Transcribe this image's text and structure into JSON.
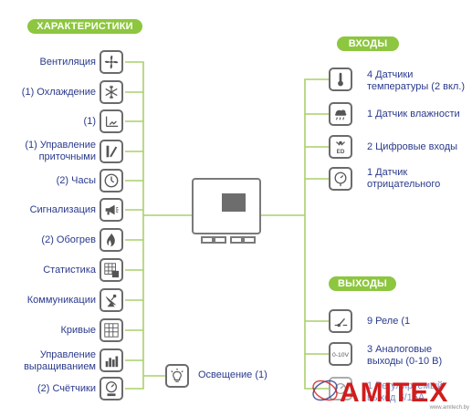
{
  "headers": {
    "characteristics": "ХАРАКТЕРИСТИКИ",
    "inputs": "ВХОДЫ",
    "outputs": "ВЫХОДЫ"
  },
  "characteristics": [
    {
      "label": "Вентиляция",
      "icon": "fan-icon"
    },
    {
      "label": "(1) Охлаждение",
      "icon": "snowflake-icon"
    },
    {
      "label": "(1)",
      "icon": "cooling-pad-icon"
    },
    {
      "label": "(1) Управление\nприточными",
      "icon": "inlet-icon"
    },
    {
      "label": "(2) Часы",
      "icon": "clock-icon"
    },
    {
      "label": "Сигнализация",
      "icon": "alarm-horn-icon"
    },
    {
      "label": "(2) Обогрев",
      "icon": "flame-icon"
    },
    {
      "label": "Статистика",
      "icon": "statistics-icon"
    },
    {
      "label": "Коммуникации",
      "icon": "satellite-icon"
    },
    {
      "label": "Кривые",
      "icon": "curves-grid-icon"
    },
    {
      "label": "Управление\nвыращиванием",
      "icon": "growth-chart-icon"
    },
    {
      "label": "(2) Счётчики",
      "icon": "counter-icon"
    }
  ],
  "lighting": {
    "label": "Освещение (1)",
    "icon": "light-bulb-icon"
  },
  "inputs": [
    {
      "label": "4 Датчики\nтемпературы (2 вкл.)",
      "icon": "thermometer-icon"
    },
    {
      "label": "1 Датчик влажности",
      "icon": "humidity-icon"
    },
    {
      "label": "2 Цифровые входы",
      "icon": "digital-input-icon"
    },
    {
      "label": "1 Датчик\nотрицательного",
      "icon": "pressure-gauge-icon"
    }
  ],
  "outputs": [
    {
      "label": "9 Реле (1",
      "icon": "relay-switch-icon"
    },
    {
      "label": "3 Аналоговые\nвыходы (0-10 В)",
      "icon": "analog-0-10v-icon"
    },
    {
      "label": "1 Регулируемый\nвыход 6/15А",
      "icon": "variable-output-icon"
    }
  ],
  "brand": {
    "name": "AMITEX",
    "url": "www.amitech.by"
  },
  "colors": {
    "accent": "#8dc63f",
    "line": "#a9d06a",
    "text": "#2a3a8c",
    "icon_border": "#6b6b6b",
    "brand": "#d11c1c"
  }
}
